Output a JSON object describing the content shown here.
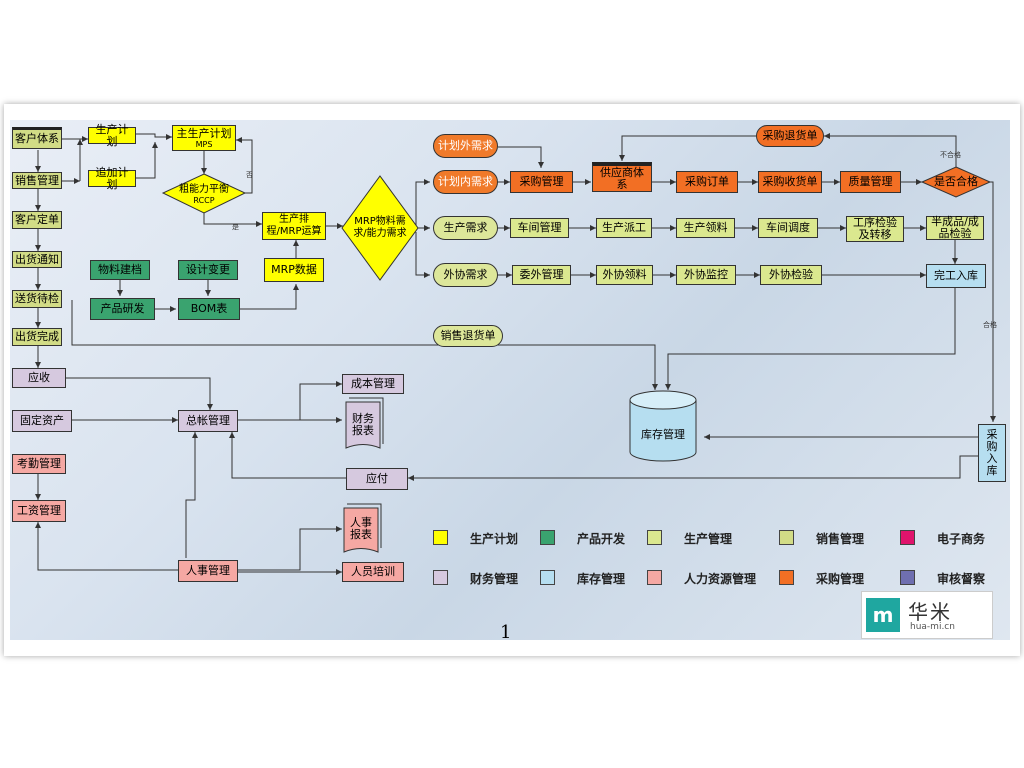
{
  "nodes": {
    "kehu_tixi": "客户体系",
    "xiaoshou_guanli": "销售管理",
    "kehu_dingdan": "客户定单",
    "chuhuo_tongzhi": "出货通知",
    "songhuo_daijian": "送货待检",
    "chuhuo_wancheng": "出货完成",
    "yingshou": "应收",
    "guding_zichan": "固定资产",
    "kaoqin_guanli": "考勤管理",
    "gongzi_guanli": "工资管理",
    "shengchan_jihua": "生产计划",
    "zhuijia_jihua": "追加计划",
    "zhu_shengchan_jihua": "主生产计划",
    "mps": "MPS",
    "cunengli": "粗能力平衡",
    "rccp": "RCCP",
    "paicheng": "生产排程/MRP运算",
    "wuliao_jiandang": "物料建档",
    "sheji_biangeng": "设计变更",
    "chanpin_yanfa": "产品研发",
    "bom": "BOM表",
    "mrp_shuju": "MRP数据",
    "mrp_diamond": "MRP物料需求/能力需求",
    "jihua_waixuqiu": "计划外需求",
    "jihua_neixuqiu": "计划内需求",
    "caigou_guanli": "采购管理",
    "gongying_tixi": "供应商体系",
    "caigou_dingdan": "采购订单",
    "caigou_shouhuodan": "采购收货单",
    "zhiliang_guanli": "质量管理",
    "shifou_hege": "是否合格",
    "caigou_tuihuodan": "采购退货单",
    "shengchan_xuqiu": "生产需求",
    "chejian_guanli": "车间管理",
    "shengchan_paigong": "生产派工",
    "shengchan_lingliao": "生产领料",
    "chejian_diaodu": "车间调度",
    "gongxu_jianyan": "工序检验及转移",
    "banchengpin": "半成品/成品检验",
    "waixie_xuqiu": "外协需求",
    "weiwai_guanli": "委外管理",
    "waixie_lingliao": "外协领料",
    "waixie_jiankong": "外协监控",
    "waixie_jianyan": "外协检验",
    "wangong_ruku": "完工入库",
    "xiaoshou_tuihuodan": "销售退货单",
    "kucun_guanli": "库存管理",
    "caigou_ruku": "采购入库",
    "yingfu": "应付",
    "chengben_guanli": "成本管理",
    "caiwu_baobiao": "财务报表",
    "zongzhang_guanli": "总帐管理",
    "renshi_baobiao": "人事报表",
    "renshi_guanli": "人事管理",
    "renyuan_peixun": "人员培训"
  },
  "edge_labels": {
    "buhege": "不合格",
    "hege": "合格",
    "fou": "否",
    "shi": "是"
  },
  "legend": [
    {
      "label": "生产计划",
      "color": "#ffff00"
    },
    {
      "label": "产品开发",
      "color": "#3aa36f"
    },
    {
      "label": "生产管理",
      "color": "#dbe88f"
    },
    {
      "label": "销售管理",
      "color": "#d2dc86"
    },
    {
      "label": "电子商务",
      "color": "#e0146c"
    },
    {
      "label": "财务管理",
      "color": "#d6c9df"
    },
    {
      "label": "库存管理",
      "color": "#b6def0"
    },
    {
      "label": "人力资源管理",
      "color": "#f5a8a3"
    },
    {
      "label": "采购管理",
      "color": "#f26f24"
    },
    {
      "label": "审核督察",
      "color": "#6f6fb0"
    }
  ],
  "page_number": "1",
  "logo": {
    "mark": "m",
    "name": "华米",
    "url": "hua-mi.cn"
  }
}
